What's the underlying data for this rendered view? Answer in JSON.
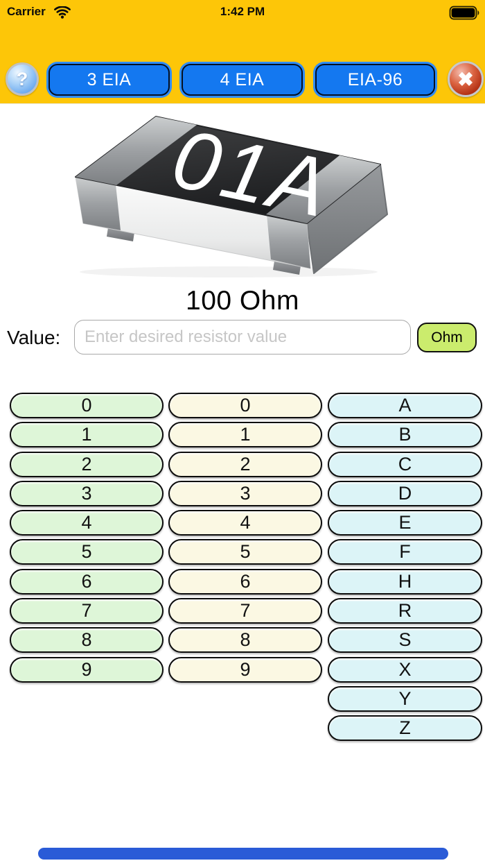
{
  "status_bar": {
    "carrier": "Carrier",
    "time": "1:42 PM"
  },
  "toolbar": {
    "help_glyph": "?",
    "close_glyph": "✖",
    "mode_buttons": [
      {
        "label": "3 EIA"
      },
      {
        "label": "4 EIA"
      },
      {
        "label": "EIA-96"
      }
    ]
  },
  "resistor": {
    "marking": "01A",
    "decoded_value": "100 Ohm"
  },
  "value_form": {
    "label": "Value:",
    "input_value": "",
    "input_placeholder": "Enter desired resistor value",
    "unit_button_label": "Ohm"
  },
  "keypad": {
    "digits_first": [
      "0",
      "1",
      "2",
      "3",
      "4",
      "5",
      "6",
      "7",
      "8",
      "9"
    ],
    "digits_second": [
      "0",
      "1",
      "2",
      "3",
      "4",
      "5",
      "6",
      "7",
      "8",
      "9"
    ],
    "multiplier_letters": [
      "A",
      "B",
      "C",
      "D",
      "E",
      "F",
      "H",
      "R",
      "S",
      "X",
      "Y",
      "Z"
    ]
  },
  "colors": {
    "header_bg": "#FDC608",
    "mode_button_bg": "#1478F0",
    "keypad_green": "#DEF6D8",
    "keypad_cream": "#FBF8E3",
    "keypad_cyan": "#DCF4F7",
    "unit_button_bg": "#CBEC6D",
    "close_button_red": "#B33114",
    "help_button_blue": "#6FACF0",
    "bottom_bar_blue": "#2A5BD7"
  }
}
